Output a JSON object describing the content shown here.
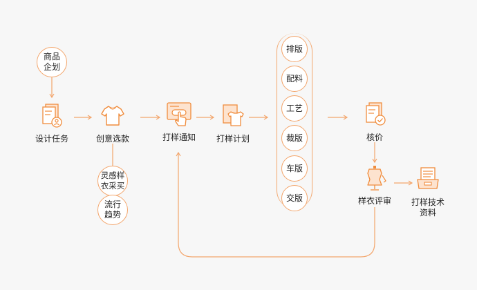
{
  "colors": {
    "accent": "#f08c3c",
    "line": "#f3a56b",
    "fill_light": "#fde3cf",
    "background": "#f7f7f7"
  },
  "inputs": {
    "product_planning": "商品\n企划",
    "inspiration_purchase": "灵感样\n衣采买",
    "trend": "流行\n趋势"
  },
  "nodes": {
    "design_task": {
      "label": "设计任务",
      "icon": "document-person-icon"
    },
    "select_style": {
      "label": "创意选款",
      "icon": "tshirt-icon"
    },
    "sample_notice": {
      "label": "打样通知",
      "icon": "click-hand-icon"
    },
    "sample_plan": {
      "label": "打样计划",
      "icon": "shirt-board-icon"
    },
    "verify_price": {
      "label": "核价",
      "icon": "document-check-icon"
    },
    "sample_review": {
      "label": "样衣评审",
      "icon": "mannequin-icon"
    },
    "tech_docs": {
      "label": "打样技术\n资料",
      "icon": "paper-tray-icon"
    }
  },
  "steps": [
    "排版",
    "配料",
    "工艺",
    "裁版",
    "车版",
    "交版"
  ]
}
